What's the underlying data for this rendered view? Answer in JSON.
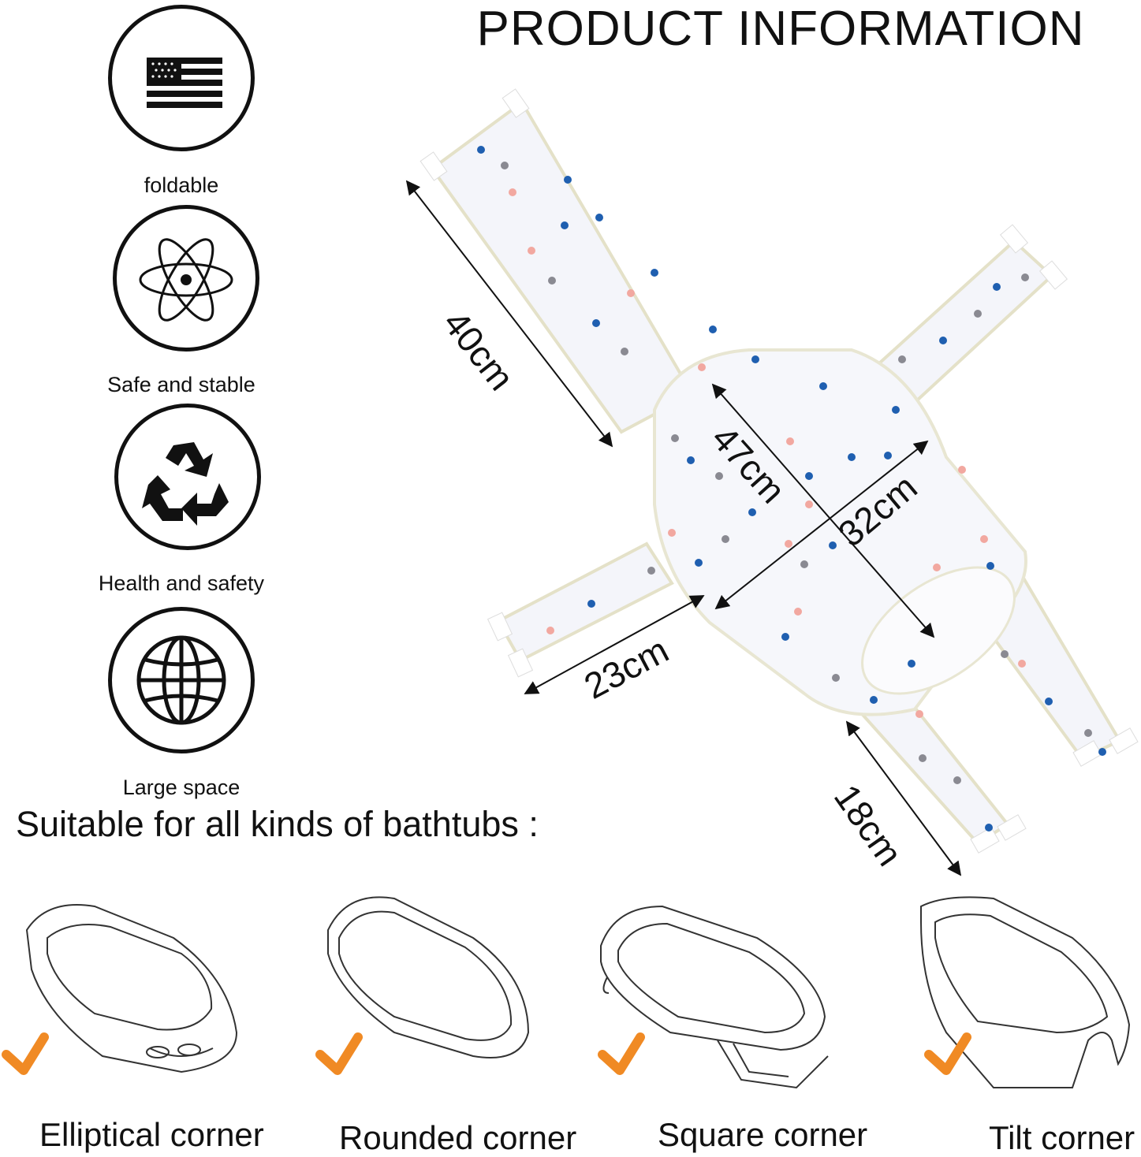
{
  "header": {
    "title": "PRODUCT INFORMATION"
  },
  "features": [
    {
      "icon": "us-flag-icon",
      "label": "foldable"
    },
    {
      "icon": "atom-icon",
      "label": "Safe and stable"
    },
    {
      "icon": "recycle-icon",
      "label": "Health and safety"
    },
    {
      "icon": "globe-icon",
      "label": "Large space"
    }
  ],
  "product": {
    "dimensions": {
      "top_strap": "40cm",
      "body_length": "47cm",
      "body_width": "32cm",
      "side_strap": "23cm",
      "bottom_strap": "18cm"
    },
    "colors": {
      "mesh": "#f6f7fb",
      "star_blue": "#1f5fb0",
      "star_pink": "#f2a8a0",
      "star_gray": "#8a8a92"
    }
  },
  "bathtubs": {
    "heading": "Suitable for all kinds of bathtubs :",
    "check_color": "#f08a24",
    "types": [
      {
        "icon": "elliptical-tub-icon",
        "label": "Elliptical corner"
      },
      {
        "icon": "rounded-tub-icon",
        "label": "Rounded corner"
      },
      {
        "icon": "square-tub-icon",
        "label": "Square corner"
      },
      {
        "icon": "tilt-tub-icon",
        "label": "Tilt corner"
      }
    ]
  }
}
